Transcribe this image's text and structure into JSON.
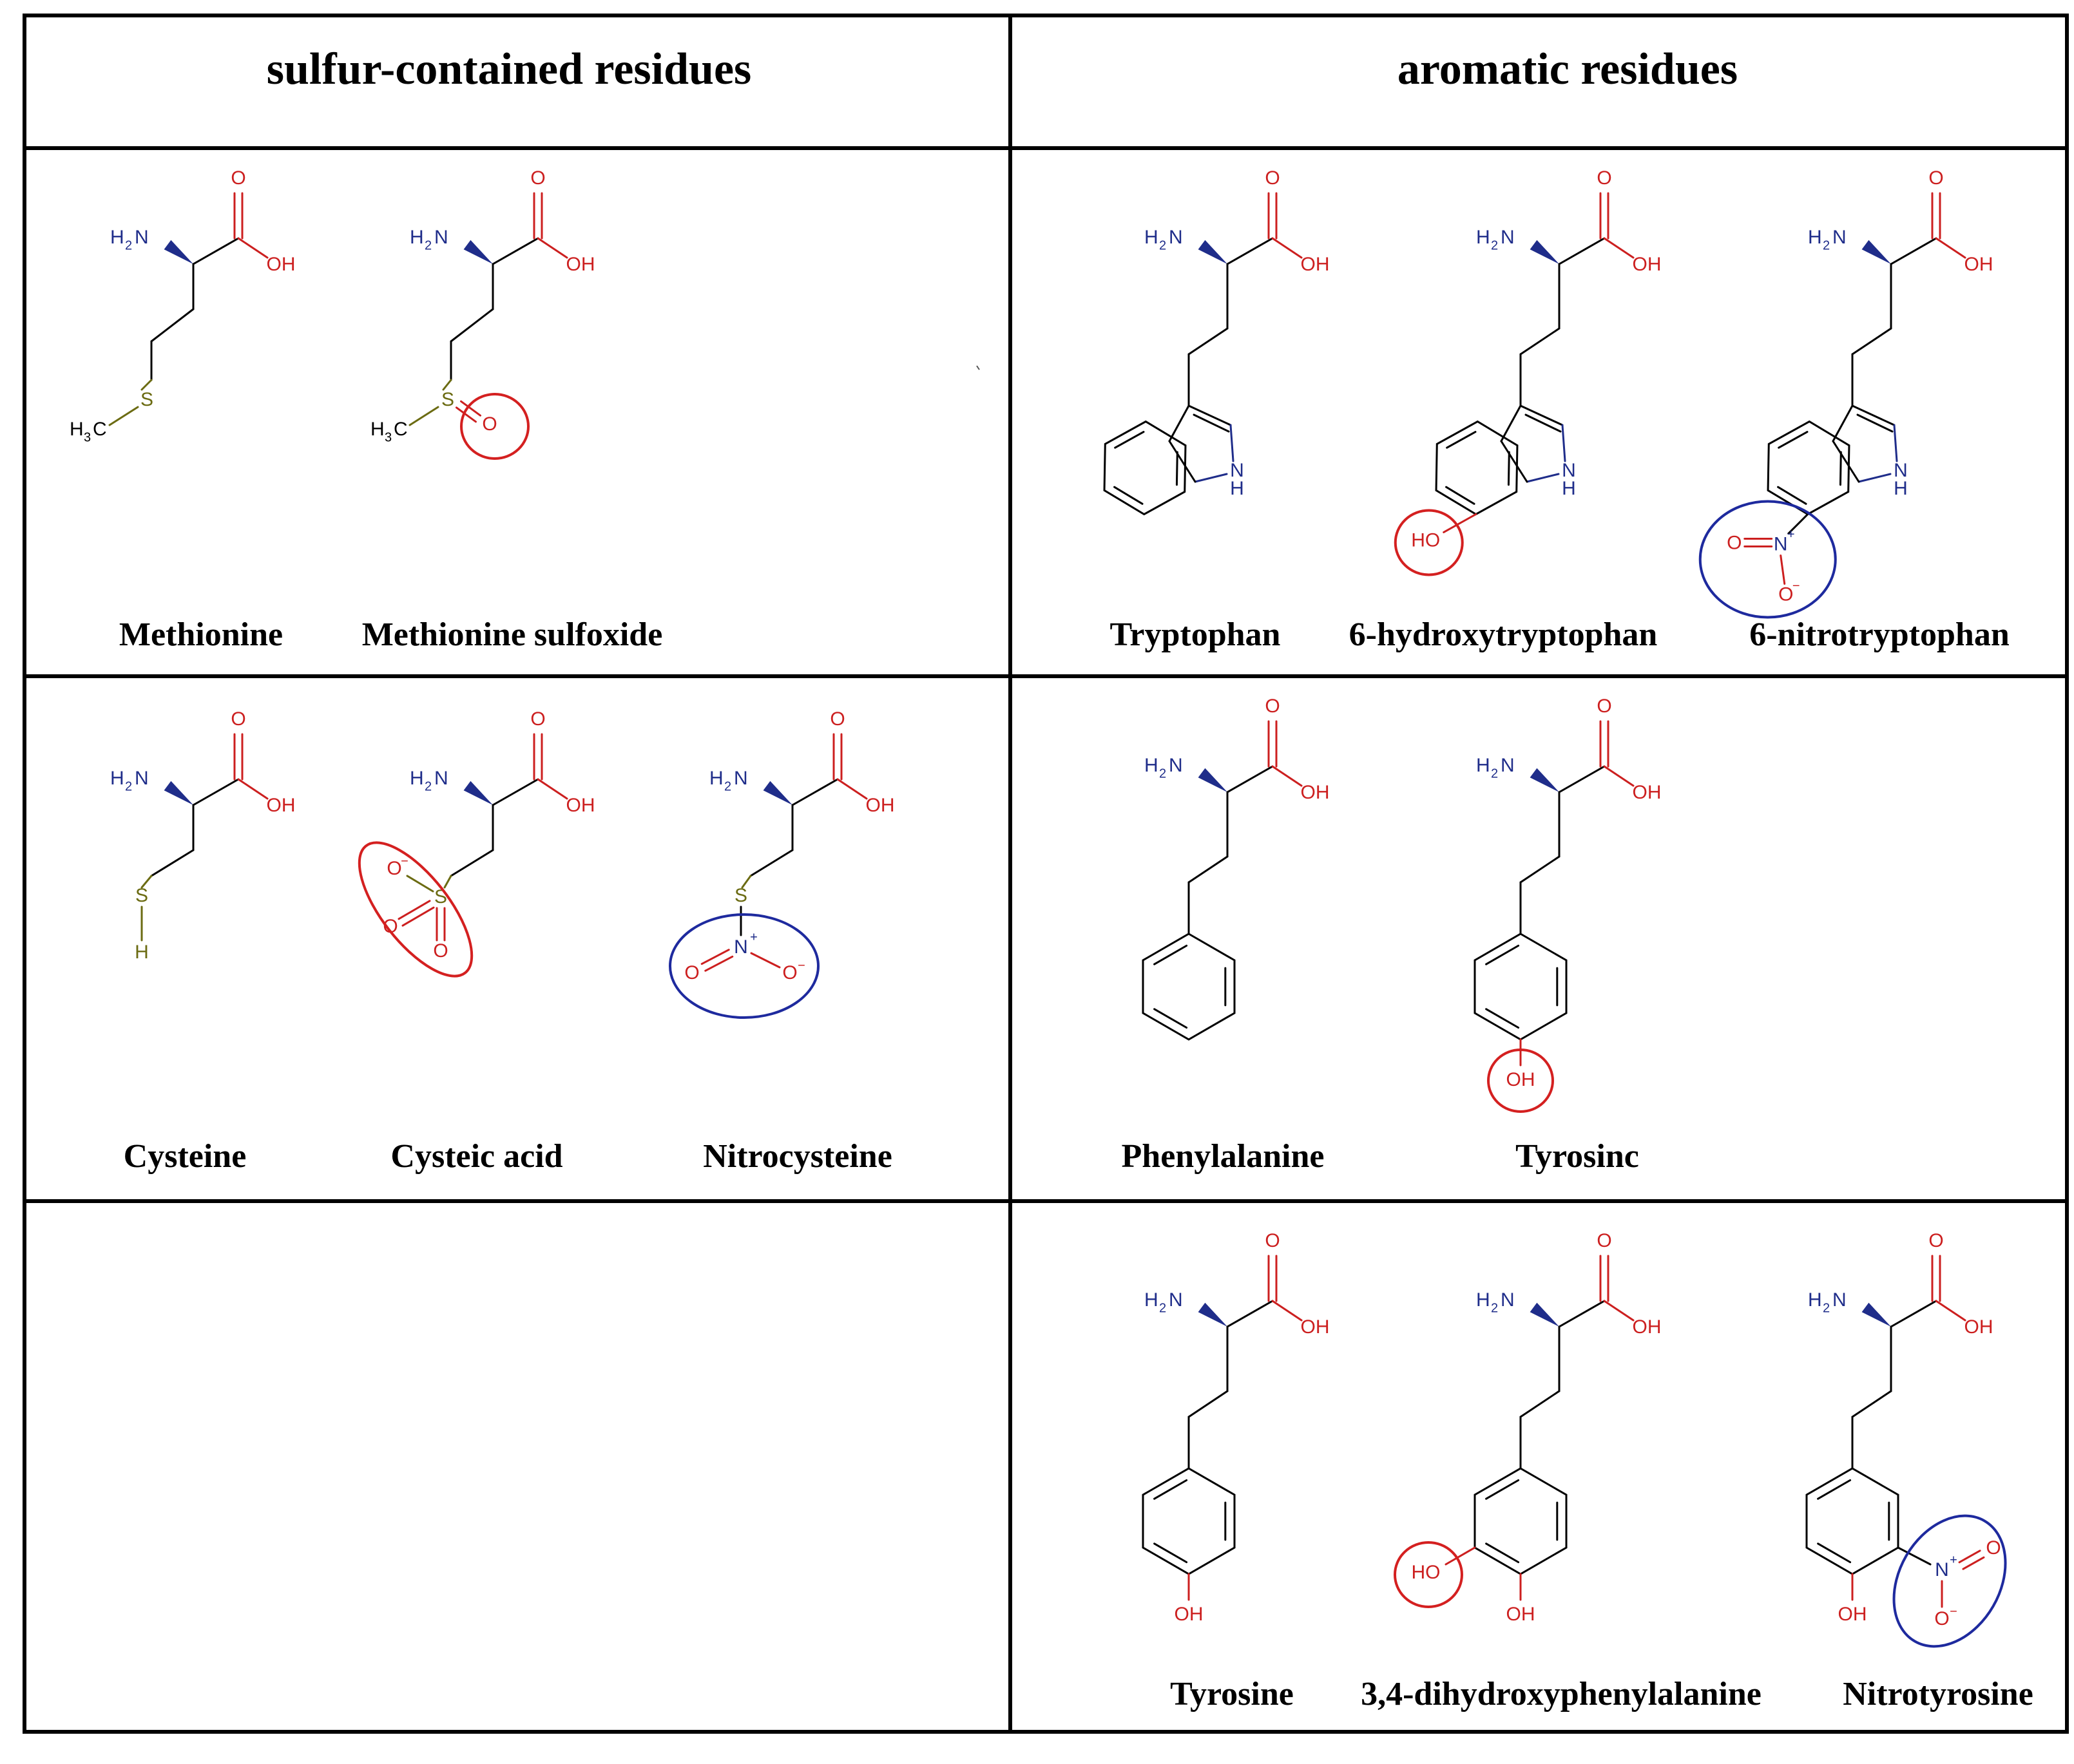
{
  "headers": {
    "left": "sulfur-contained residues",
    "right": "aromatic residues"
  },
  "names": {
    "methionine": "Methionine",
    "methionine_sulfoxide": "Methionine sulfoxide",
    "tryptophan": "Tryptophan",
    "hydroxytryptophan": "6-hydroxytryptophan",
    "nitrotryptophan": "6-nitrotryptophan",
    "cysteine": "Cysteine",
    "cysteic_acid": "Cysteic acid",
    "nitrocysteine": "Nitrocysteine",
    "phenylalanine": "Phenylalanine",
    "tyrosine_row2": "Tyrosinc",
    "tyrosine_row3": "Tyrosine",
    "dopa": "3,4-dihydroxyphenylalanine",
    "nitrotyrosine": "Nitrotyrosine"
  },
  "atoms": {
    "o": "O",
    "oh": "OH",
    "ho": "HO",
    "h2n": "H",
    "n2": "2",
    "nh2n": "N",
    "s": "S",
    "h": "H",
    "h3c": "H",
    "c3": "3",
    "cC": "C",
    "n": "N",
    "nh_n": "N",
    "nh_h": "H",
    "plus": "+",
    "minus": "−"
  },
  "colors": {
    "border": "#000000",
    "bond": "#000000",
    "oxygen": "#cc1f1f",
    "nitrogen": "#1f2d8a",
    "sulfur": "#6b6b12",
    "highlight_red": "#d42020",
    "highlight_blue": "#1e2a9e"
  }
}
